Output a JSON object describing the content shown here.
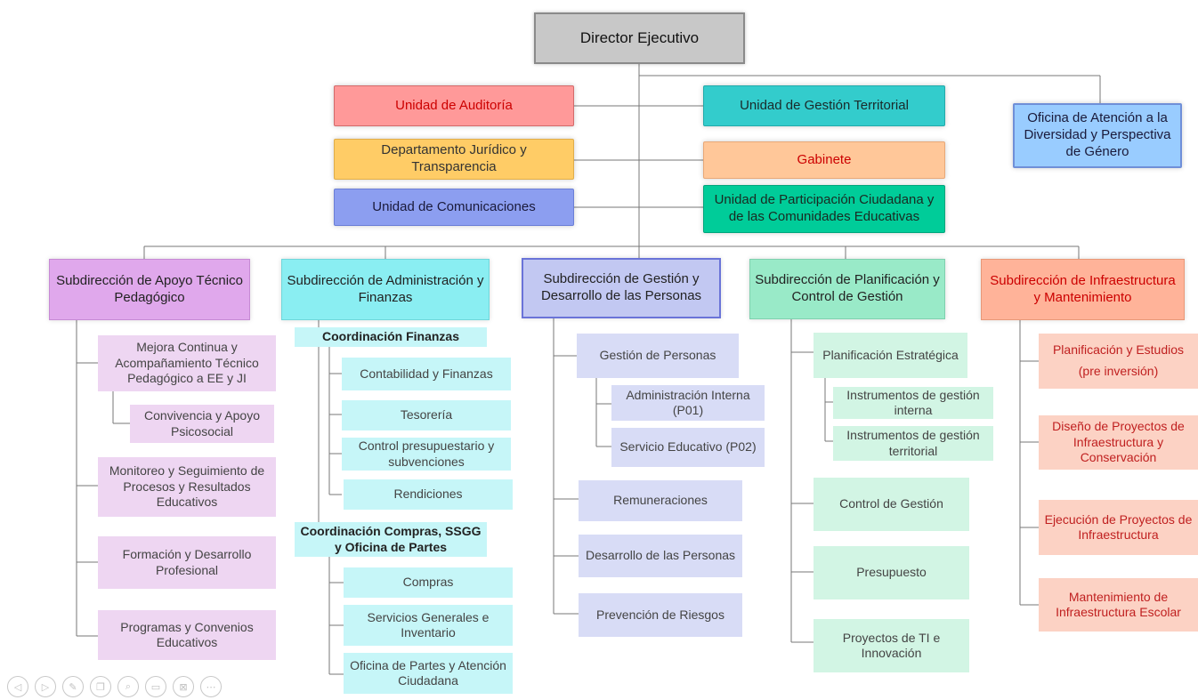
{
  "colors": {
    "director": "#c8c8c8",
    "auditoria": "#ff9999",
    "juridico": "#ffcc66",
    "comunicaciones": "#8c9ef0",
    "gestion_territorial": "#33cccc",
    "gabinete": "#ffc799",
    "participacion": "#00cc99",
    "oficina_genero": "#99ccff",
    "sub_apoyo": "#e0a8ec",
    "sub_admin": "#8aeef2",
    "sub_personas": "#c2c8f2",
    "sub_planificacion": "#99eac8",
    "sub_infraestructura": "#ffb399",
    "leaf_apoyo": "#eed6f2",
    "leaf_admin": "#c6f6f8",
    "leaf_personas": "#d8dcf6",
    "leaf_planificacion": "#d2f5e4",
    "leaf_infraestructura": "#fcd2c4",
    "text_red": "#cc0000"
  },
  "director": "Director Ejecutivo",
  "units": {
    "auditoria": "Unidad de Auditoría",
    "juridico": "Departamento Jurídico y Transparencia",
    "comunicaciones": "Unidad de Comunicaciones",
    "gestion_territorial": "Unidad de Gestión Territorial",
    "gabinete": "Gabinete",
    "participacion": "Unidad de Participación Ciudadana y de las Comunidades Educativas",
    "oficina_genero": "Oficina de Atención a la Diversidad y Perspectiva de Género"
  },
  "subdirecciones": {
    "apoyo": {
      "title": "Subdirección de Apoyo Técnico Pedagógico",
      "items": [
        "Mejora Continua y Acompañamiento Técnico Pedagógico a EE y JI",
        "Convivencia y Apoyo Psicosocial",
        "Monitoreo y Seguimiento de Procesos y Resultados Educativos",
        "Formación y Desarrollo Profesional",
        "Programas y Convenios Educativos"
      ]
    },
    "admin": {
      "title": "Subdirección de Administración y Finanzas",
      "coord1": "Coordinación Finanzas",
      "coord2": "Coordinación Compras, SSGG y Oficina de Partes",
      "items": [
        "Contabilidad y Finanzas",
        "Tesorería",
        "Control presupuestario y subvenciones",
        "Rendiciones",
        "Compras",
        "Servicios Generales e Inventario",
        "Oficina de Partes y Atención Ciudadana"
      ]
    },
    "personas": {
      "title": "Subdirección de Gestión y Desarrollo de las Personas",
      "items": [
        "Gestión de Personas",
        "Administración Interna (P01)",
        "Servicio Educativo (P02)",
        "Remuneraciones",
        "Desarrollo de las Personas",
        "Prevención de Riesgos"
      ]
    },
    "planificacion": {
      "title": "Subdirección de Planificación y Control de Gestión",
      "items": [
        "Planificación Estratégica",
        "Instrumentos de gestión interna",
        "Instrumentos de gestión territorial",
        "Control de Gestión",
        "Presupuesto",
        "Proyectos de TI e Innovación"
      ]
    },
    "infraestructura": {
      "title": "Subdirección de Infraestructura y Mantenimiento",
      "items": [
        "Planificación y Estudios (pre inversión)",
        "Diseño de Proyectos de Infraestructura y Conservación",
        "Ejecución de Proyectos de Infraestructura",
        "Mantenimiento de Infraestructura Escolar"
      ]
    }
  },
  "nav_icons": [
    {
      "name": "previous-slide-icon",
      "glyph": "◁"
    },
    {
      "name": "next-slide-icon",
      "glyph": "▷"
    },
    {
      "name": "pen-icon",
      "glyph": "✎"
    },
    {
      "name": "slides-icon",
      "glyph": "❐"
    },
    {
      "name": "zoom-icon",
      "glyph": "⌕"
    },
    {
      "name": "subtitles-icon",
      "glyph": "▭"
    },
    {
      "name": "camera-off-icon",
      "glyph": "⊠"
    },
    {
      "name": "more-options-icon",
      "glyph": "⋯"
    }
  ]
}
